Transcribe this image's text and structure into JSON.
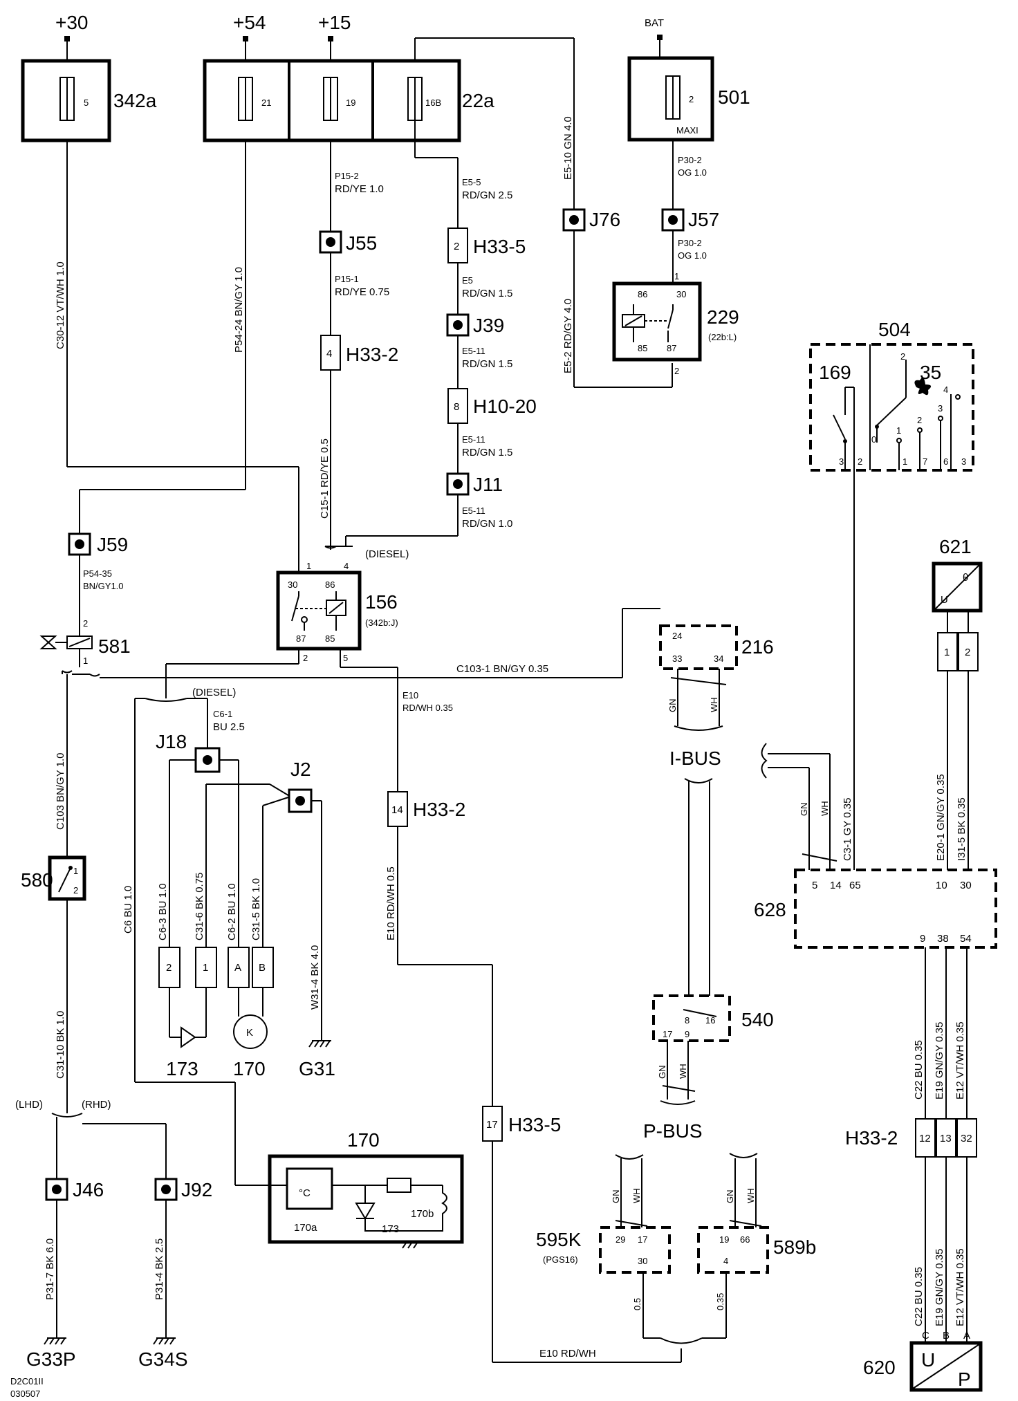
{
  "supplies": {
    "p30": "+30",
    "p54": "+54",
    "p15": "+15",
    "bat": "BAT"
  },
  "fuses": {
    "f342a": {
      "num": "5",
      "id": "342a"
    },
    "f21": "21",
    "f19": "19",
    "f16b": "16B",
    "id22a": "22a",
    "f501": {
      "num": "2",
      "id": "501",
      "type": "MAXI"
    }
  },
  "wires": {
    "p15_2": "P15-2",
    "p15_2_spec": "RD/YE 1.0",
    "p15_1": "P15-1",
    "p15_1_spec": "RD/YE 0.75",
    "c15_1": "C15-1   RD/YE 0.5",
    "e5_5": "E5-5",
    "e5_5_spec": "RD/GN 2.5",
    "e5": "E5",
    "e5_spec": "RD/GN 1.5",
    "e5_11a": "E5-11",
    "e5_11a_spec": "RD/GN  1.5",
    "e5_11b": "E5-11",
    "e5_11b_spec": "RD/GN 1.5",
    "e5_11c": "E5-11",
    "e5_11c_spec": "RD/GN 1.0",
    "e5_10": "E5-10   GN   4.0",
    "e5_2": "E5-2   RD/GY  4.0",
    "p30_2a": "P30-2",
    "p30_2a_spec": "OG 1.0",
    "p30_2b": "P30-2",
    "p30_2b_spec": "OG 1.0",
    "c30_12": "C30-12 VT/WH 1.0",
    "p54_24": "P54-24 BN/GY 1.0",
    "p54_35": "P54-35",
    "p54_35_spec": "BN/GY1.0",
    "c103": "C103  BN/GY  1.0",
    "c103_1": "C103-1  BN/GY  0.35",
    "c6_1": "C6-1",
    "c6_1_spec": "BU 2.5",
    "c6": "C6   BU   1.0",
    "c6_3": "C6-3   BU   1.0",
    "c31_6": "C31-6   BK  0.75",
    "c6_2": "C6-2   BU   1.0",
    "c31_5": "C31-5   BK   1.0",
    "w31_4": "W31-4   BK   4.0",
    "c31_10": "C31-10  BK  1.0",
    "p31_7": "P31-7  BK  6.0",
    "p31_4": "P31-4  BK  2.5",
    "e10": "E10",
    "e10_spec": "RD/WH 0.35",
    "e10_v": "E10   RD/WH  0.5",
    "e10_bottom": "E10    RD/WH",
    "gn": "GN",
    "wh": "WH",
    "c3_1": "C3-1   GY  0.35",
    "e20_1": "E20-1  GN/GY  0.35",
    "i31_5": "I31-5  BK  0.35",
    "c22_a": "C22  BU  0.35",
    "e19_a": "E19   GN/GY  0.35",
    "e12_a": "E12   VT/WH  0.35",
    "c22_b": "C22  BU  0.35",
    "e19_b": "E19  GN/GY  0.35",
    "e12_b": "E12  VT/WH  0.35",
    "w05": "0.5",
    "w035": "0.35"
  },
  "connectors": {
    "h33_5_top": {
      "pin": "2",
      "id": "H33-5"
    },
    "h33_2_top": {
      "pin": "4",
      "id": "H33-2"
    },
    "h10_20": {
      "pin": "8",
      "id": "H10-20"
    },
    "h33_2_mid": {
      "pin": "14",
      "id": "H33-2"
    },
    "h33_5_low": {
      "pin": "17",
      "id": "H33-5"
    },
    "h33_2_right": {
      "id": "H33-2",
      "pins": [
        "12",
        "13",
        "32"
      ]
    },
    "p621": {
      "pins": [
        "1",
        "2"
      ]
    }
  },
  "junctions": {
    "j55": "J55",
    "j39": "J39",
    "j11": "J11",
    "j76": "J76",
    "j57": "J57",
    "j59": "J59",
    "j18": "J18",
    "j2": "J2",
    "j46": "J46",
    "j92": "J92"
  },
  "relays": {
    "r229": {
      "id": "229",
      "sub": "(22b:L)",
      "pins": [
        "86",
        "30",
        "85",
        "87"
      ],
      "p1": "1",
      "p2": "2"
    },
    "r156": {
      "id": "156",
      "sub": "(342b:J)",
      "pins": [
        "30",
        "86",
        "87",
        "85"
      ],
      "p1": "1",
      "p4": "4",
      "p2": "2",
      "p5": "5"
    }
  },
  "components": {
    "c504": {
      "id": "504",
      "c169": "169",
      "c35": "35",
      "pins": [
        "3",
        "2",
        "1",
        "7",
        "6",
        "3"
      ],
      "sw": [
        "2",
        "0",
        "1",
        "2",
        "3",
        "4"
      ]
    },
    "c621": {
      "id": "621",
      "u": "U",
      "theta": "θ"
    },
    "c216": {
      "id": "216",
      "pins": [
        "24",
        "33",
        "34"
      ]
    },
    "c628": {
      "id": "628",
      "pins_top": [
        "5",
        "14",
        "65",
        "10",
        "30"
      ],
      "pins_bot": [
        "9",
        "38",
        "54"
      ]
    },
    "c540": {
      "id": "540",
      "pins_top": [
        "8",
        "16"
      ],
      "pins_bot": [
        "17",
        "9"
      ]
    },
    "c595k": {
      "id": "595K",
      "sub": "(PGS16)",
      "pins": [
        "29",
        "17",
        "30"
      ]
    },
    "c589b": {
      "id": "589b",
      "pins": [
        "19",
        "66",
        "4"
      ]
    },
    "c620": {
      "id": "620",
      "u": "U",
      "p": "P",
      "pins": [
        "C",
        "B",
        "A"
      ]
    },
    "c580": {
      "id": "580",
      "pins": [
        "1",
        "2"
      ]
    },
    "c581": {
      "id": "581",
      "pins": [
        "2",
        "1"
      ]
    },
    "c173": "173",
    "c170_motor": {
      "id": "170",
      "k": "K"
    },
    "c170": {
      "id": "170",
      "a": "170a",
      "b": "170b",
      "d": "173",
      "temp": "°C"
    },
    "conn_c6": [
      "2",
      "1"
    ],
    "conn_c31": [
      "A",
      "B"
    ]
  },
  "buses": {
    "ibus": "I-BUS",
    "pbus": "P-BUS"
  },
  "grounds": {
    "g31": "G31",
    "g33p": "G33P",
    "g34s": "G34S"
  },
  "notes": {
    "diesel1": "(DIESEL)",
    "diesel2": "(DIESEL)",
    "lhd": "(LHD)",
    "rhd": "(RHD)"
  },
  "footer": {
    "line1": "D2C01II",
    "line2": "030507"
  }
}
